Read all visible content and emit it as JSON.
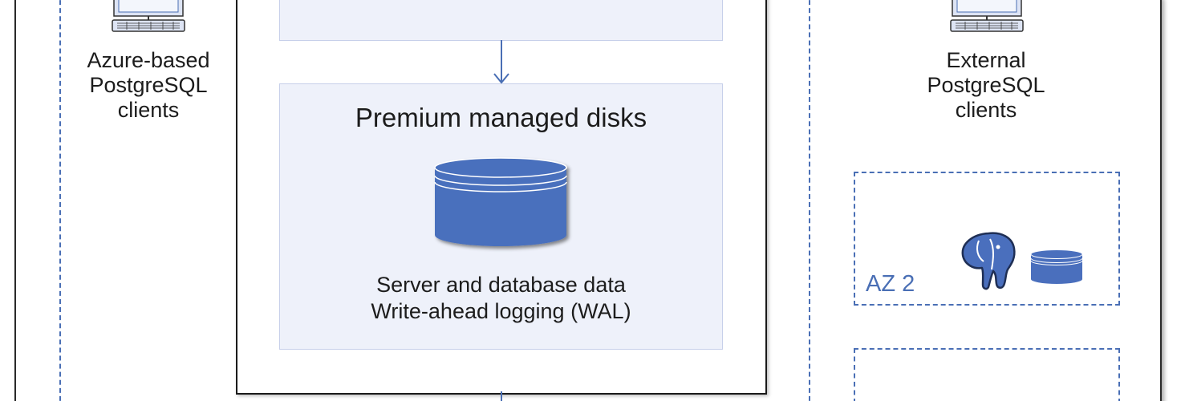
{
  "main_storage": {
    "title": "Premium managed disks",
    "caption_line1": "Server and database data",
    "caption_line2": "Write-ahead logging (WAL)"
  },
  "clients": {
    "azure": {
      "line1": "Azure-based",
      "line2": "PostgreSQL",
      "line3": "clients"
    },
    "external": {
      "line1": "External",
      "line2": "PostgreSQL",
      "line3": "clients"
    }
  },
  "availability_zones": [
    {
      "label": "AZ 2"
    }
  ],
  "icons": {
    "client": "computer-terminal-icon",
    "database": "database-cylinder-icon",
    "postgres": "postgresql-elephant-icon"
  },
  "colors": {
    "accent_blue": "#4a6fb5",
    "disk_blue": "#4a6fbd",
    "panel_fill": "#eef1fa",
    "border_dark": "#1a1a1a"
  }
}
